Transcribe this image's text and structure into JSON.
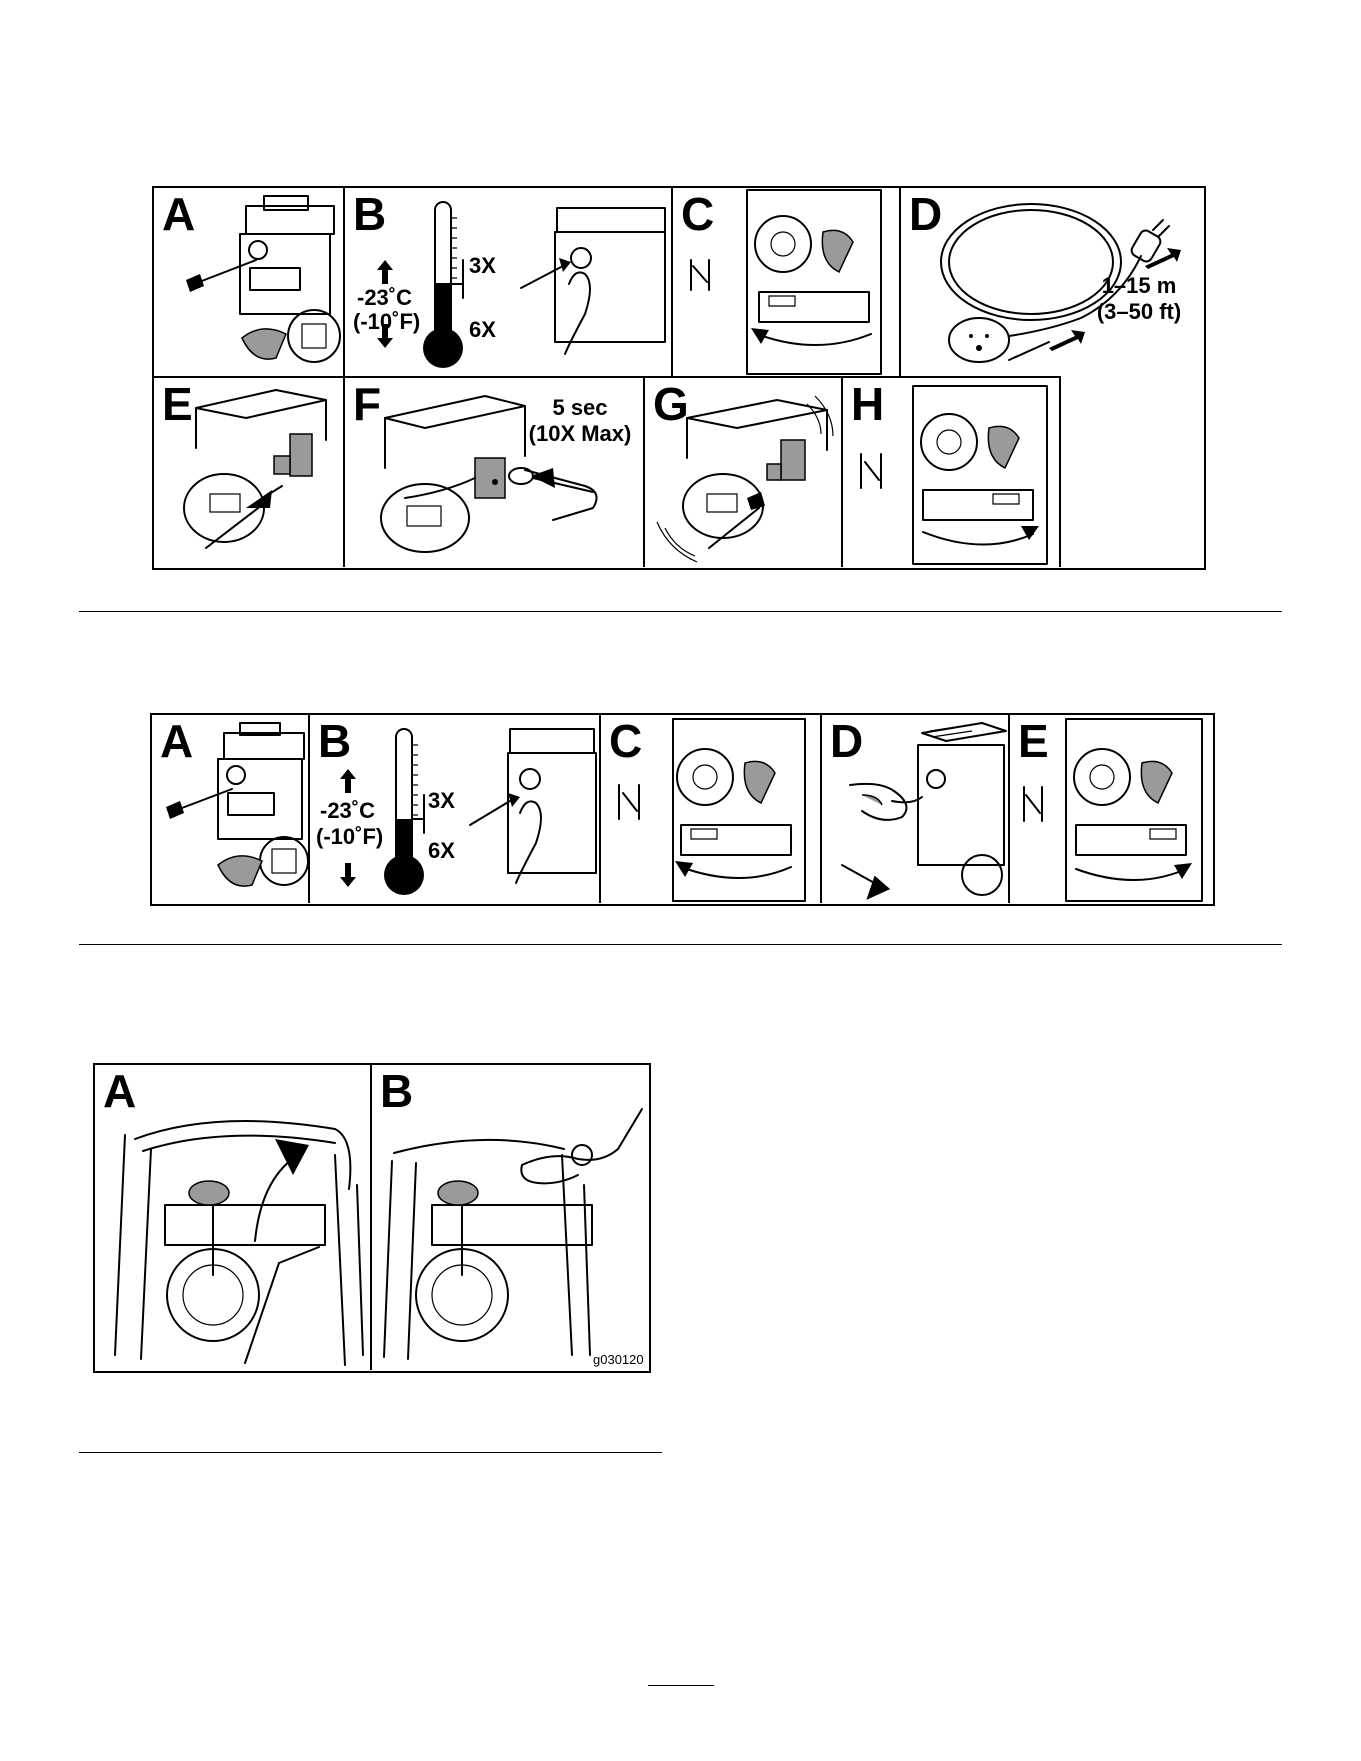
{
  "figure1": {
    "panels": [
      {
        "letter": "A",
        "icon": "engine-ignition-key"
      },
      {
        "letter": "B",
        "icon": "thermometer-primer",
        "temp_c": "-23˚C",
        "temp_f": "(-10˚F)",
        "count_warm": "3X",
        "count_cold": "6X"
      },
      {
        "letter": "C",
        "icon": "choke-lever"
      },
      {
        "letter": "D",
        "icon": "extension-cord",
        "length_m": "1–15 m",
        "length_ft": "(3–50 ft)"
      },
      {
        "letter": "E",
        "icon": "plug-into-starter"
      },
      {
        "letter": "F",
        "icon": "press-starter-button",
        "duration": "5 sec",
        "max": "(10X Max)"
      },
      {
        "letter": "G",
        "icon": "unplug-cord"
      },
      {
        "letter": "H",
        "icon": "choke-lever-open"
      }
    ]
  },
  "figure2": {
    "panels": [
      {
        "letter": "A",
        "icon": "engine-ignition-key"
      },
      {
        "letter": "B",
        "icon": "thermometer-primer",
        "temp_c": "-23˚C",
        "temp_f": "(-10˚F)",
        "count_warm": "3X",
        "count_cold": "6X"
      },
      {
        "letter": "C",
        "icon": "choke-lever"
      },
      {
        "letter": "D",
        "icon": "pull-recoil-handle"
      },
      {
        "letter": "E",
        "icon": "choke-lever-open"
      }
    ]
  },
  "figure3": {
    "panels": [
      {
        "letter": "A",
        "icon": "handle-bail-raise"
      },
      {
        "letter": "B",
        "icon": "hand-holding-handle"
      }
    ],
    "code": "g030120"
  }
}
